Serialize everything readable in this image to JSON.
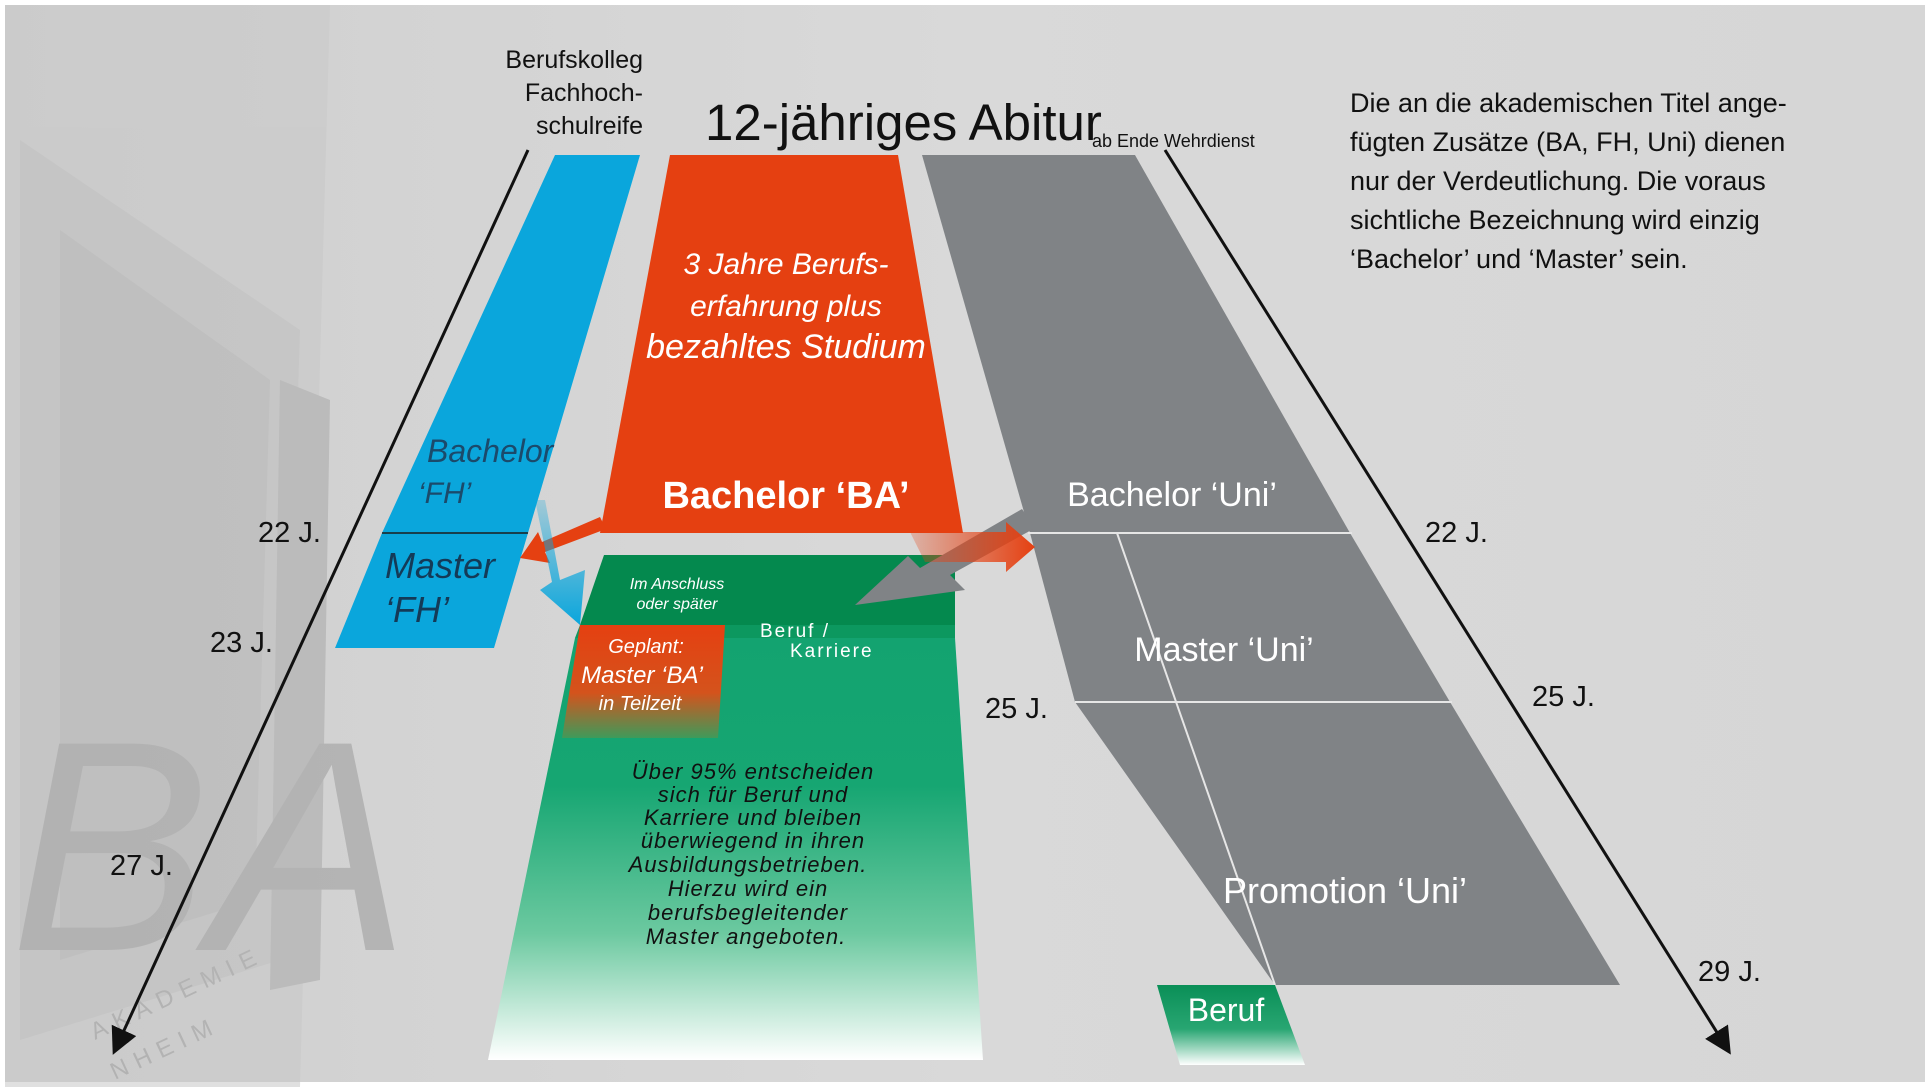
{
  "labels": {
    "title": "12-jähriges Abitur",
    "title_note": "ab Ende Wehrdienst",
    "berufskolleg": [
      "Berufskolleg",
      "Fachhoch-",
      "schulreife"
    ],
    "note": [
      "Die an die akademischen Titel ange-",
      "fügten Zusätze (BA, FH, Uni) dienen",
      "nur der Verdeutlichung. Die voraus",
      "sichtliche Bezeichnung wird einzig",
      "‘Bachelor’ und ‘Master’ sein."
    ]
  },
  "ages": {
    "left_22": "22 J.",
    "left_23": "23 J.",
    "left_27": "27 J.",
    "right_22": "22 J.",
    "mid_25": "25 J.",
    "right_25": "25 J.",
    "right_29": "29 J."
  },
  "fh": {
    "bachelor": [
      "Bachelor",
      "‘FH’"
    ],
    "master": [
      "Master",
      "‘FH’"
    ]
  },
  "ba": {
    "text": [
      "3 Jahre Berufs-",
      "erfahrung plus",
      "bezahltes Studium"
    ],
    "bachelor": "Bachelor ‘BA’"
  },
  "green": {
    "anschluss": [
      "Im Anschluss",
      "oder später"
    ],
    "beruf": [
      "Beruf /",
      "Karriere"
    ],
    "geplant": [
      "Geplant:",
      "Master ‘BA’",
      "in Teilzeit"
    ],
    "body": [
      "Über 95% entscheiden",
      "sich für Beruf und",
      "Karriere und bleiben",
      "überwiegend in ihren",
      "Ausbildungsbetrieben.",
      "Hierzu wird ein",
      "berufsbegleitender",
      "Master angeboten."
    ]
  },
  "uni": {
    "bachelor": "Bachelor ‘Uni’",
    "master": "Master ‘Uni’",
    "promotion": "Promotion ‘Uni’",
    "beruf": "Beruf"
  },
  "watermark": {
    "logo": "BA",
    "lines": [
      "AKADEMIE",
      "NHEIM"
    ]
  },
  "colors": {
    "fh_blue": "#0aa6dc",
    "ba_red": "#e54011",
    "green_dark": "#04894e",
    "green_mid": "#13a370",
    "uni_gray": "#808386",
    "background": "#d7d7d7"
  }
}
